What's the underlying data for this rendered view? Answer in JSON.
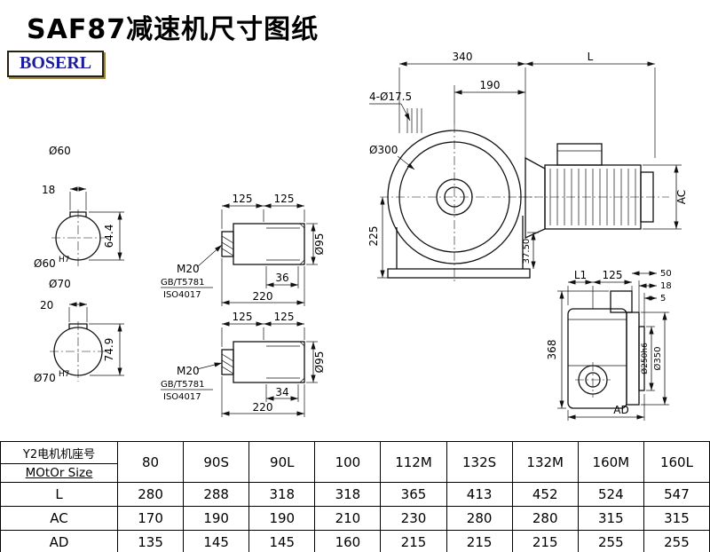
{
  "header": {
    "title": "SAF87减速机尺寸图纸",
    "logo": "BOSERL"
  },
  "drawing": {
    "shaft60": {
      "label": "Ø60",
      "key_width": "18",
      "height": "64.4",
      "bore": "Ø60",
      "bore_sup": "H7"
    },
    "shaft70": {
      "label": "Ø70",
      "key_width": "20",
      "height": "74.9",
      "bore": "Ø70",
      "bore_sup": "H7"
    },
    "shaft_top": {
      "seg1": "125",
      "seg2": "125",
      "thread": "M20",
      "std1": "GB/T5781",
      "std2": "ISO4017",
      "thread_len": "36",
      "total_len": "220",
      "dia": "Ø95"
    },
    "shaft_bot": {
      "seg1": "125",
      "seg2": "125",
      "thread": "M20",
      "std1": "GB/T5781",
      "std2": "ISO4017",
      "thread_len": "34",
      "total_len": "220",
      "dia": "Ø95"
    },
    "front": {
      "w340": "340",
      "L": "L",
      "w190": "190",
      "holes": "4-Ø17.5",
      "flange_dia": "Ø300",
      "h225": "225",
      "h375": "37.50",
      "ac": "AC"
    },
    "side": {
      "l1": "L1",
      "w125": "125",
      "d50": "50",
      "d18": "18",
      "d5": "5",
      "h368": "368",
      "spigot": "Ø250h6",
      "flange": "Ø350",
      "ad": "AD"
    }
  },
  "table": {
    "row_header_cn": "Y2电机机座号",
    "row_header_en": "MOtOr Size",
    "sizes": [
      "80",
      "90S",
      "90L",
      "100",
      "112M",
      "132S",
      "132M",
      "160M",
      "160L"
    ],
    "rows": [
      {
        "label": "L",
        "values": [
          "280",
          "288",
          "318",
          "318",
          "365",
          "413",
          "452",
          "524",
          "547"
        ]
      },
      {
        "label": "AC",
        "values": [
          "170",
          "190",
          "190",
          "210",
          "230",
          "280",
          "280",
          "315",
          "315"
        ]
      },
      {
        "label": "AD",
        "values": [
          "135",
          "145",
          "145",
          "160",
          "215",
          "215",
          "215",
          "255",
          "255"
        ]
      }
    ]
  }
}
